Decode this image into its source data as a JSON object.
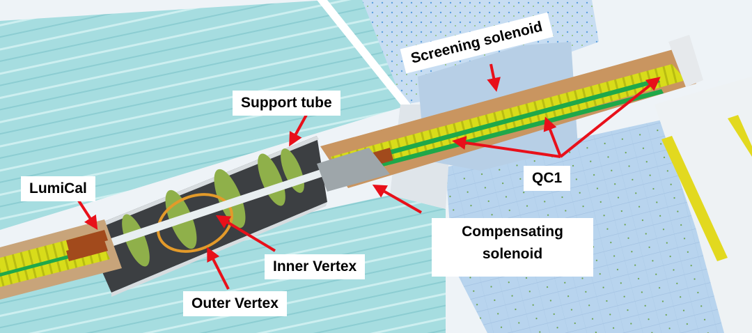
{
  "labels": {
    "screening_solenoid": "Screening solenoid",
    "support_tube": "Support tube",
    "lumical": "LumiCal",
    "qc1": "QC1",
    "compensating_solenoid_line1": "Compensating",
    "compensating_solenoid_line2": "solenoid",
    "inner_vertex": "Inner Vertex",
    "outer_vertex": "Outer Vertex"
  },
  "colors": {
    "arrow": "#e8101a",
    "label_background": "#ffffff",
    "left_calorimeter": "#9fd8dc",
    "right_calorimeter": "#b9d5ef",
    "magnet_yellow": "#d8dc1a",
    "magnet_green": "#1fa84a",
    "magnet_copper": "#a24a1c",
    "support_tube_dark": "#3c3f42",
    "beam_pipe": "#e8eef0"
  }
}
